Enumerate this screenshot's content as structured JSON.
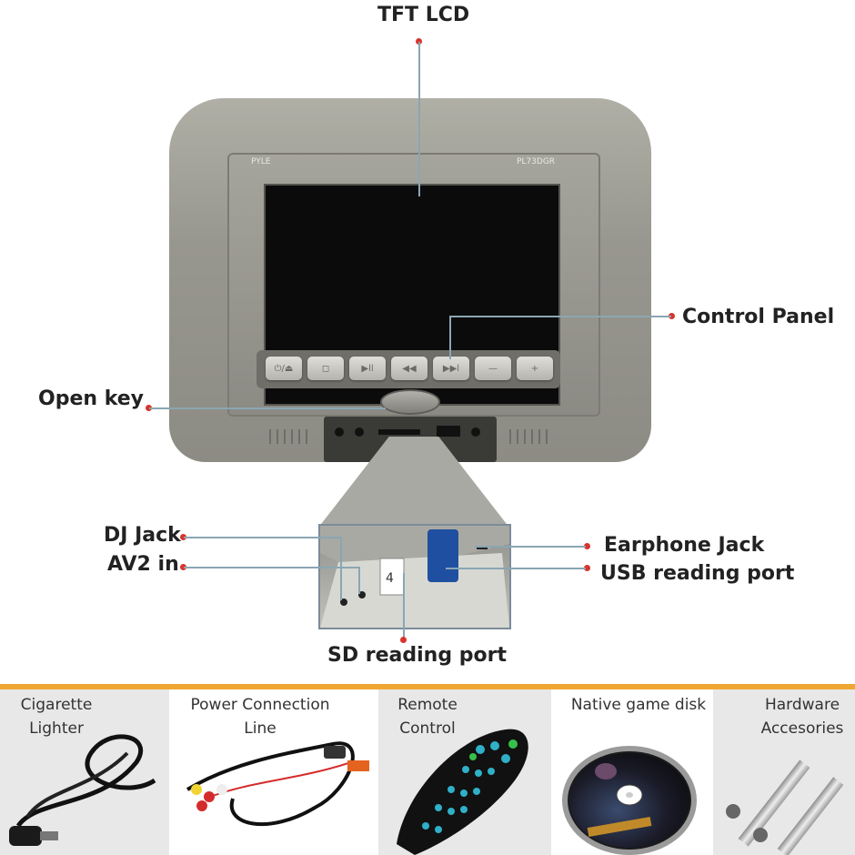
{
  "device": {
    "brand": "PYLE",
    "model": "PL73DGR",
    "buttons": [
      "⏻/⏏",
      "◻",
      "▶ll",
      "◀◀",
      "▶▶l",
      "—",
      "+"
    ]
  },
  "callouts": {
    "tft_lcd": "TFT LCD",
    "control_panel": "Control Panel",
    "open_key": "Open key",
    "dj_jack": "DJ Jack",
    "av2_in": "AV2 in",
    "earphone_jack": "Earphone Jack",
    "usb_port": "USB reading port",
    "sd_port": "SD reading port"
  },
  "accessories": [
    {
      "line1": "Cigarette",
      "line2": "Lighter"
    },
    {
      "line1": "Power Connection",
      "line2": "Line"
    },
    {
      "line1": "Remote",
      "line2": "Control"
    },
    {
      "line1": "Native game disk",
      "line2": ""
    },
    {
      "line1": "Hardware",
      "line2": "Accesories"
    }
  ],
  "colors": {
    "accent_divider": "#f0a732",
    "callout_dot": "#d9332b",
    "leader_line": "#8aa6b3"
  }
}
